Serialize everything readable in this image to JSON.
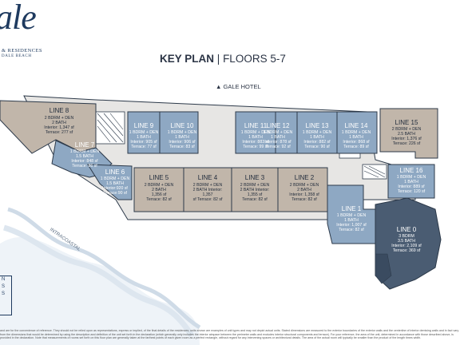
{
  "brand": {
    "script_text": "ale",
    "line1": "& RESIDENCES",
    "line2": "DALE BEACH"
  },
  "title": {
    "bold": "KEY PLAN",
    "divider": "|",
    "floors": "FLOORS 5-7"
  },
  "hotel_label": "GALE HOTEL",
  "waterway_label": "INTRACOASTAL",
  "legend_fragments": [
    "N",
    "S",
    "S"
  ],
  "colors": {
    "blue_unit": "#8ea8c3",
    "tan_unit": "#c1b6aa",
    "dark_unit": "#4a5c72",
    "corridor": "#e7e6e4",
    "outline": "#2d3a4a"
  },
  "units": [
    {
      "id": "line8",
      "name": "LINE 8",
      "type": "2 BDRM + DEN",
      "bath": "2 BATH",
      "interior": "Interior: 1,347 sf",
      "terrace": "Terrace: 277 sf"
    },
    {
      "id": "line7",
      "name": "LINE 7",
      "type": "1 BDRM + DEN",
      "bath": "1.5 BATH",
      "interior": "Interior: 848 sf",
      "terrace": "Terrace: 86 sf"
    },
    {
      "id": "line6",
      "name": "LINE 6",
      "type": "1 BDRM + DEN",
      "bath": "1.5 BATH",
      "interior": "Interior:920 sf",
      "terrace": "Terrace:90 sf"
    },
    {
      "id": "line9",
      "name": "LINE 9",
      "type": "1 BDRM + DEN",
      "bath": "1 BATH",
      "interior": "Interior: 905 sf",
      "terrace": "Terrace: 77 sf"
    },
    {
      "id": "line10",
      "name": "LINE 10",
      "type": "1 BDRM + DEN",
      "bath": "1 BATH",
      "interior": "Interior: 906 sf",
      "terrace": "Terrace: 83 sf"
    },
    {
      "id": "line11",
      "name": "LINE 11",
      "type": "1 BDRM + DEN",
      "bath": "1 BATH",
      "interior": "Interior: 883 sf",
      "terrace": "Terrace: 99 sf"
    },
    {
      "id": "line12",
      "name": "LINE 12",
      "type": "1 BDRM + DEN",
      "bath": "1 BATH",
      "interior": "Interior: 878 sf",
      "terrace": "Terrace: 92 sf"
    },
    {
      "id": "line13",
      "name": "LINE 13",
      "type": "1 BDRM + DEN",
      "bath": "1 BATH",
      "interior": "Interior: 882 sf",
      "terrace": "Terrace: 90 sf"
    },
    {
      "id": "line14",
      "name": "LINE 14",
      "type": "1 BDRM + DEN",
      "bath": "1 BATH",
      "interior": "Interior: 868 sf",
      "terrace": "Terrace: 89 sf"
    },
    {
      "id": "line15",
      "name": "LINE 15",
      "type": "2 BDRM + DEN",
      "bath": "2.5 BATH",
      "interior": "Interior: 1,376 sf",
      "terrace": "Terrace: 226 sf"
    },
    {
      "id": "line16",
      "name": "LINE 16",
      "type": "1 BDRM + DEN",
      "bath": "1 BATH",
      "interior": "Interior: 889 sf",
      "terrace": "Terrace: 120 sf"
    },
    {
      "id": "line5",
      "name": "LINE 5",
      "type": "2 BDRM + DEN",
      "bath": "2 BATH",
      "interior": "1,356 sf",
      "terrace": "Terrace: 82 sf"
    },
    {
      "id": "line4",
      "name": "LINE 4",
      "type": "2 BDRM + DEN",
      "bath": "2 BATH Interior:",
      "interior": "1,357",
      "terrace": "sf Terrace: 82 sf"
    },
    {
      "id": "line3",
      "name": "LINE 3",
      "type": "2 BDRM + DEN",
      "bath": "2 BATH Interior:",
      "interior": "1,355 sf",
      "terrace": "Terrace: 82 sf"
    },
    {
      "id": "line2",
      "name": "LINE 2",
      "type": "2 BDRM + DEN",
      "bath": "2 BATH",
      "interior": "Interior: 1,358 sf",
      "terrace": "Terrace: 82 sf"
    },
    {
      "id": "line1",
      "name": "LINE 1",
      "type": "1 BDRM + DEN",
      "bath": "1 BATH",
      "interior": "Interior: 1,007 sf",
      "terrace": "Terrace: 82 sf"
    },
    {
      "id": "line0",
      "name": "LINE 0",
      "type": "3 BDRM",
      "bath": "3.5 BATH",
      "interior": "Interior: 2,109 sf",
      "terrace": "Terrace: 369 sf"
    }
  ],
  "footer_text": "and are for the convenience of reference. They should not be relied upon as representations, express or implied, of the final details of the residences; units shown are examples of unit types and may not depict actual units. Stated dimensions are measured to the exterior boundaries of the exterior walls and the centerline of interior demising walls and in fact vary from the dimensions that would be determined by using the description and definition of the unit set forth in the declaration (which generally only includes the interior airspace between the perimeter walls and excludes interior structural components and terrace). For your reference, the area of the unit, determined in accordance with those described above, is provided in the declaration. Note that measurements of rooms set forth on this floor plan are generally taken at the farthest points of each given room as a perfect rectangle, without regard for any intervening spaces or architectural details. The area of the actual room will typically be smaller than the product of the length times width."
}
